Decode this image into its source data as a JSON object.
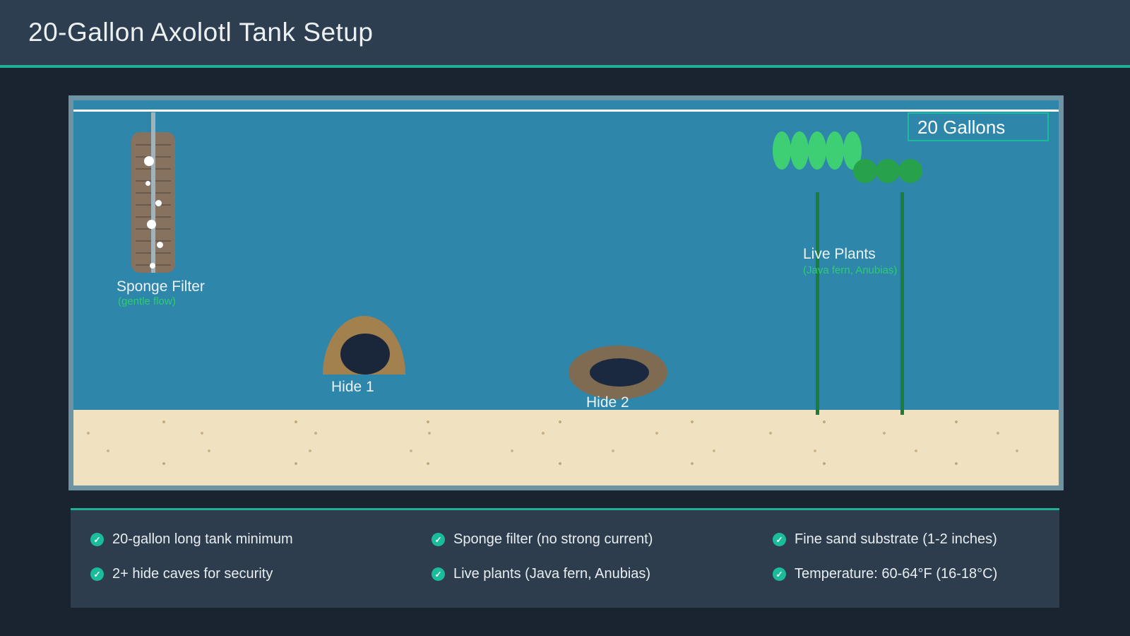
{
  "header": {
    "title": "20-Gallon Axolotl Tank Setup"
  },
  "tank": {
    "volume_label": "20 Gallons",
    "filter": {
      "label": "Sponge Filter",
      "sublabel": "(gentle flow)"
    },
    "hides": [
      {
        "label": "Hide 1"
      },
      {
        "label": "Hide 2"
      }
    ],
    "plants": {
      "label": "Live Plants",
      "sublabel": "(Java fern, Anubias)"
    }
  },
  "checklist": {
    "check_icon": "✓",
    "columns": [
      {
        "items": [
          "20-gallon long tank minimum",
          "2+ hide caves for security"
        ]
      },
      {
        "items": [
          "Sponge filter (no strong current)",
          "Live plants (Java fern, Anubias)"
        ]
      },
      {
        "items": [
          "Fine sand substrate (1-2 inches)",
          "Temperature: 60-64°F (16-18°C)"
        ]
      }
    ]
  },
  "colors": {
    "page_background": "#1a2431",
    "header_background": "#2d3e50",
    "accent_teal": "#1abc9c",
    "water": "#2e86ab",
    "tank_border": "#6e93a3",
    "sand": "#f0e2c1",
    "filter_body": "#877260",
    "hide1": "#a3814e",
    "hide2": "#7e6b52",
    "plant_light_green": "#3ecf74",
    "plant_dark_green": "#27a24a",
    "sublabel_green": "#2ecc71"
  }
}
